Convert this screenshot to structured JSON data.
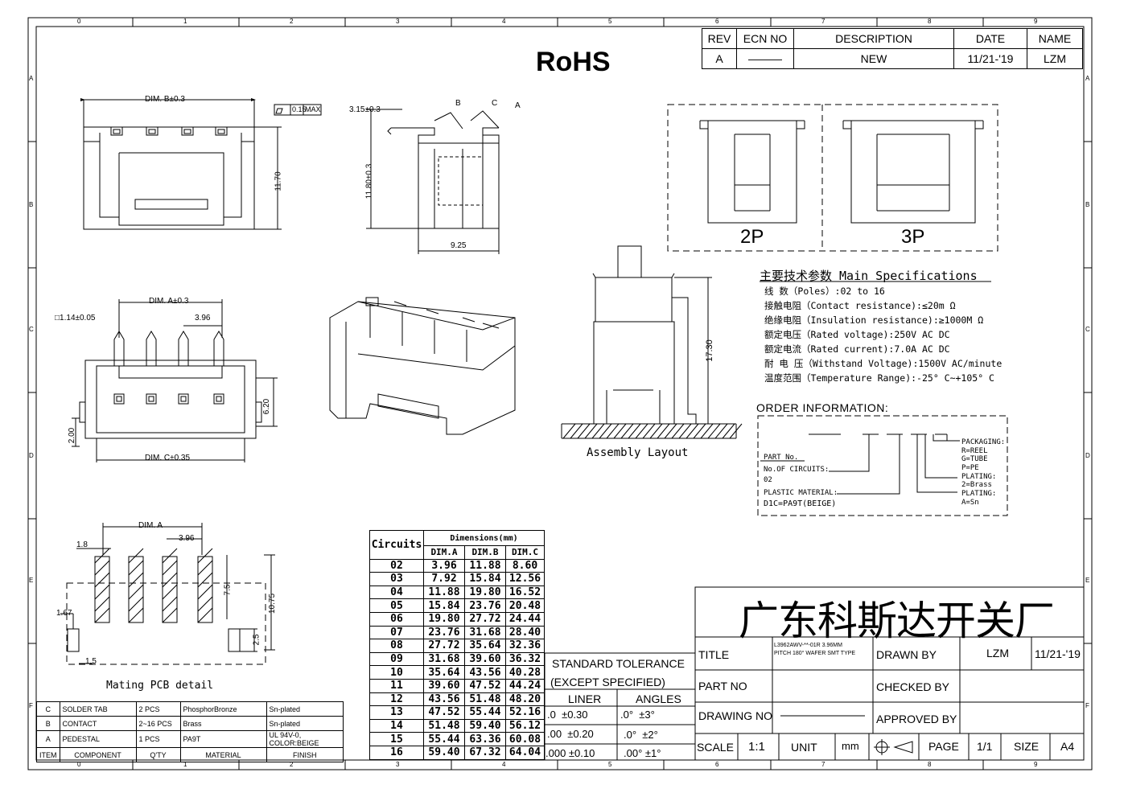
{
  "rohs": "RoHS",
  "grid": {
    "cols": [
      "0",
      "1",
      "2",
      "3",
      "4",
      "5",
      "6",
      "7",
      "8",
      "9"
    ],
    "rows": [
      "A",
      "B",
      "C",
      "D",
      "E",
      "F"
    ]
  },
  "revision": {
    "headers": [
      "REV",
      "ECN NO",
      "DESCRIPTION",
      "DATE",
      "NAME"
    ],
    "row": [
      "A",
      "———",
      "NEW",
      "11/21-'19",
      "LZM"
    ]
  },
  "dims": {
    "dim_b": "DIM. B±0.3",
    "flatness": "0.15",
    "flatness_max": "MAX",
    "h_1170": "11.70",
    "d_315": "3.15±0.3",
    "h_1180": "11.80±0.3",
    "w_925": "9.25",
    "lbl_a": "A",
    "lbl_b": "B",
    "lbl_c": "C",
    "dim_a": "DIM. A±0.3",
    "pin_sq": "□1.14±0.05",
    "pitch": "3.96",
    "h_620": "6.20",
    "h_200": "2.00",
    "dim_c": "DIM. C±0.35",
    "h_1730": "17.30"
  },
  "variants": [
    "2P",
    "3P"
  ],
  "assembly_label": "Assembly Layout",
  "pcb": {
    "dim_a": "DIM. A",
    "pitch": "3.96",
    "pad_w": "1.8",
    "d_167": "1.67",
    "d_15": "1.5",
    "h_75": "7.5",
    "h_1075": "10.75",
    "h_25": "2.5",
    "caption": "Mating PCB detail"
  },
  "specs": {
    "title": "主要技术参数 Main Specifications",
    "lines": [
      "线    数（Poles）:02 to 16",
      "接触电阻（Contact resistance):≤20m Ω",
      "绝缘电阻（Insulation resistance):≥1000M Ω",
      "额定电压（Rated voltage):250V AC DC",
      "额定电流（Rated current):7.0A AC DC",
      "耐 电 压（Withstand Voltage):1500V AC/minute",
      "温度范围（Temperature Range):-25° C~+105° C"
    ]
  },
  "order": {
    "title": "ORDER INFORMATION:",
    "part_no": "PART No.",
    "circuits_label": "No.OF CIRCUITS:",
    "circuits_val": "02",
    "plastic_label": "PLASTIC MATERIAL:",
    "plastic_val": "D1C=PA9T(BEIGE)",
    "packaging_label": "PACKAGING:",
    "packaging_vals": [
      "R=REEL",
      "G=TUBE",
      "P=PE"
    ],
    "plating1_label": "PLATING:",
    "plating1_val": "2=Brass",
    "plating2_label": "PLATING:",
    "plating2_val": "A=Sn"
  },
  "dim_table": {
    "circuits_header": "Circuits",
    "dimensions_header": "Dimensions(mm)",
    "cols": [
      "DIM.A",
      "DIM.B",
      "DIM.C"
    ],
    "rows": [
      [
        "02",
        "3.96",
        "11.88",
        "8.60"
      ],
      [
        "03",
        "7.92",
        "15.84",
        "12.56"
      ],
      [
        "04",
        "11.88",
        "19.80",
        "16.52"
      ],
      [
        "05",
        "15.84",
        "23.76",
        "20.48"
      ],
      [
        "06",
        "19.80",
        "27.72",
        "24.44"
      ],
      [
        "07",
        "23.76",
        "31.68",
        "28.40"
      ],
      [
        "08",
        "27.72",
        "35.64",
        "32.36"
      ],
      [
        "09",
        "31.68",
        "39.60",
        "36.32"
      ],
      [
        "10",
        "35.64",
        "43.56",
        "40.28"
      ],
      [
        "11",
        "39.60",
        "47.52",
        "44.24"
      ],
      [
        "12",
        "43.56",
        "51.48",
        "48.20"
      ],
      [
        "13",
        "47.52",
        "55.44",
        "52.16"
      ],
      [
        "14",
        "51.48",
        "59.40",
        "56.12"
      ],
      [
        "15",
        "55.44",
        "63.36",
        "60.08"
      ],
      [
        "16",
        "59.40",
        "67.32",
        "64.04"
      ]
    ]
  },
  "tolerance": {
    "title1": "STANDARD TOLERANCE",
    "title2": "(EXCEPT SPECIFIED)",
    "liner": "LINER",
    "angles": "ANGLES",
    "rows": [
      [
        ".0  ±0.30",
        ".0°  ±3°"
      ],
      [
        ".00  ±0.20",
        ".0°  ±2°"
      ],
      [
        ".000 ±0.10",
        ".00° ±1°"
      ]
    ]
  },
  "bom": {
    "rows": [
      [
        "C",
        "SOLDER TAB",
        "2 PCS",
        "PhosphorBronze",
        "Sn-plated"
      ],
      [
        "B",
        "CONTACT",
        "2~16 PCS",
        "Brass",
        "Sn-plated"
      ],
      [
        "A",
        "PEDESTAL",
        "1 PCS",
        "PA9T",
        "UL 94V-0, COLOR:BEIGE"
      ],
      [
        "ITEM",
        "COMPONENT",
        "Q'TY",
        "MATERIAL",
        "FINISH"
      ]
    ]
  },
  "title_block": {
    "company": "广东科斯达开关厂",
    "title_label": "TITLE",
    "title_val1": "L3962AWV-**-01R 3.96MM",
    "title_val2": "PITCH 180° WAFER SMT TYPE",
    "drawn_by": "DRAWN BY",
    "drawn_name": "LZM",
    "drawn_date": "11/21-'19",
    "part_no": "PART NO",
    "checked_by": "CHECKED BY",
    "drawing_no": "DRAWING NO",
    "approved_by": "APPROVED BY",
    "scale": "SCALE",
    "scale_val": "1:1",
    "unit": "UNIT",
    "unit_val": "mm",
    "page": "PAGE",
    "page_val": "1/1",
    "size": "SIZE",
    "size_val": "A4"
  }
}
